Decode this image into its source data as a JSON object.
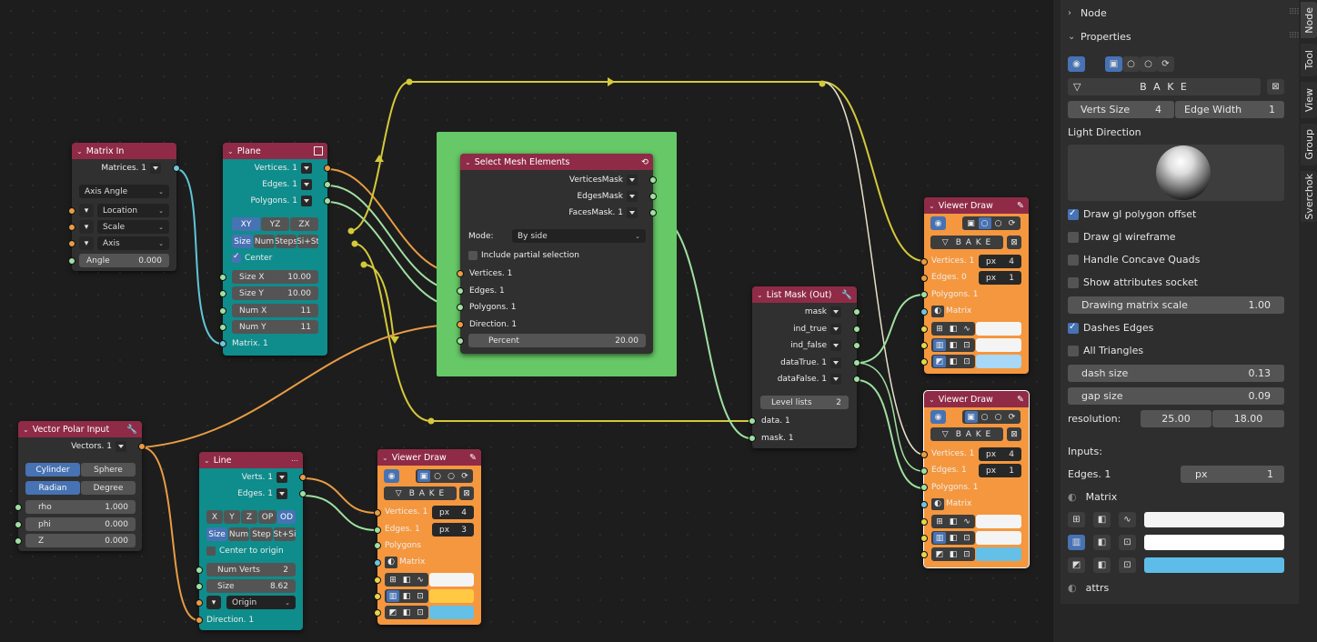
{
  "nodes": {
    "matrix_in": {
      "title": "Matrix In",
      "out_matrices": "Matrices. 1",
      "mode": "Axis Angle",
      "location": "Location",
      "scale": "Scale",
      "axis": "Axis",
      "angle_label": "Angle",
      "angle_value": "0.000"
    },
    "plane": {
      "title": "Plane",
      "out_vertices": "Vertices. 1",
      "out_edges": "Edges. 1",
      "out_polygons": "Polygons. 1",
      "dir_xy": "XY",
      "dir_yz": "YZ",
      "dir_zx": "ZX",
      "mode_size": "Size",
      "mode_num": "Num",
      "mode_steps": "Steps",
      "mode_sist": "Si+St",
      "center_label": "Center",
      "size_x_label": "Size X",
      "size_x": "10.00",
      "size_y_label": "Size Y",
      "size_y": "10.00",
      "num_x_label": "Num X",
      "num_x": "11",
      "num_y_label": "Num Y",
      "num_y": "11",
      "in_matrix": "Matrix. 1"
    },
    "select_mesh": {
      "title": "Select Mesh Elements",
      "out_verts_mask": "VerticesMask",
      "out_edges_mask": "EdgesMask",
      "out_faces_mask": "FacesMask. 1",
      "mode_label": "Mode:",
      "mode_value": "By side",
      "partial_label": "Include partial selection",
      "in_vertices": "Vertices. 1",
      "in_edges": "Edges. 1",
      "in_polygons": "Polygons. 1",
      "in_direction": "Direction. 1",
      "percent_label": "Percent",
      "percent_value": "20.00"
    },
    "list_mask": {
      "title": "List Mask (Out)",
      "out_mask": "mask",
      "out_ind_true": "ind_true",
      "out_ind_false": "ind_false",
      "out_data_true": "dataTrue. 1",
      "out_data_false": "dataFalse. 1",
      "level_label": "Level lists",
      "level_value": "2",
      "in_data": "data. 1",
      "in_mask": "mask. 1"
    },
    "vector_polar": {
      "title": "Vector Polar Input",
      "out_vectors": "Vectors. 1",
      "cylinder": "Cylinder",
      "sphere": "Sphere",
      "radian": "Radian",
      "degree": "Degree",
      "rho_label": "rho",
      "rho": "1.000",
      "phi_label": "phi",
      "phi": "0.000",
      "z_label": "Z",
      "z": "0.000"
    },
    "line": {
      "title": "Line",
      "out_verts": "Verts. 1",
      "out_edges": "Edges. 1",
      "x": "X",
      "y": "Y",
      "z": "Z",
      "op": "OP",
      "od": "OD",
      "mode_size": "Size",
      "mode_num": "Num",
      "mode_step": "Step",
      "mode_stsi": "St+Si",
      "center_label": "Center to origin",
      "num_verts_label": "Num Verts",
      "num_verts": "2",
      "size_label": "Size",
      "size": "8.62",
      "origin": "Origin",
      "in_direction": "Direction. 1"
    },
    "viewer_small": {
      "title": "Viewer Draw",
      "bake": "B A K E",
      "in_vertices": "Vertices. 1",
      "px_label": "px",
      "verts_px": "4",
      "in_edges": "Edges. 1",
      "edges_px": "3",
      "in_polygons": "Polygons",
      "in_matrix": "Matrix"
    },
    "viewer_top": {
      "title": "Viewer Draw",
      "bake": "B A K E",
      "in_vertices": "Vertices. 1",
      "px_label": "px",
      "verts_px": "4",
      "in_edges": "Edges. 0",
      "edges_px": "1",
      "in_polygons": "Polygons. 1",
      "in_matrix": "Matrix"
    },
    "viewer_bottom": {
      "title": "Viewer Draw",
      "bake": "B A K E",
      "in_vertices": "Vertices. 1",
      "px_label": "px",
      "verts_px": "4",
      "in_edges": "Edges. 1",
      "edges_px": "1",
      "in_polygons": "Polygons. 1",
      "in_matrix": "Matrix"
    }
  },
  "sidebar": {
    "node_panel": "Node",
    "properties_panel": "Properties",
    "bake": "B A K E",
    "verts_size_label": "Verts Size",
    "verts_size": "4",
    "edge_width_label": "Edge Width",
    "edge_width": "1",
    "light_direction": "Light Direction",
    "draw_polygon_offset": "Draw gl polygon offset",
    "draw_wireframe": "Draw gl wireframe",
    "concave_quads": "Handle Concave Quads",
    "attributes_socket": "Show attributes socket",
    "matrix_scale_label": "Drawing matrix scale",
    "matrix_scale": "1.00",
    "dashes_edges": "Dashes Edges",
    "all_triangles": "All Triangles",
    "dash_size_label": "dash size",
    "dash_size": "0.13",
    "gap_size_label": "gap size",
    "gap_size": "0.09",
    "resolution_label": "resolution:",
    "resolution_x": "25.00",
    "resolution_y": "18.00",
    "inputs_label": "Inputs:",
    "edges_input_label": "Edges. 1",
    "px_label": "px",
    "edges_px": "1",
    "matrix_label": "Matrix",
    "attrs_label": "attrs",
    "colors": {
      "vertex": "#f4f4f4",
      "edge": "#ffffff",
      "polygon": "#5ebde8"
    }
  },
  "tabs": [
    "Node",
    "Tool",
    "View",
    "Group",
    "Sverchok"
  ],
  "colors": {
    "frame": "#66c866",
    "node_header": "#8f2b47",
    "teal_node": "#0f8c8c",
    "viewer_node": "#f5973e",
    "selected_button": "#4772b3"
  }
}
